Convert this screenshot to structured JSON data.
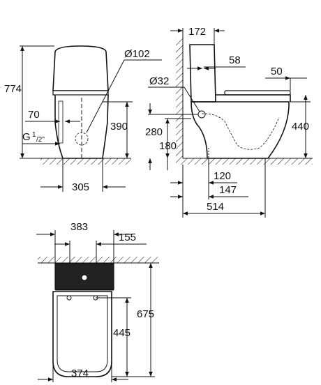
{
  "front_view": {
    "height_total": "774",
    "cistern_outlet_dia": "Ø102",
    "inlet_offset": "70",
    "inlet_thread": "G",
    "inlet_thread_frac_num": "1",
    "inlet_thread_frac_den": "/2\"",
    "inlet_height": "390",
    "base_width": "305"
  },
  "side_view": {
    "cistern_depth": "172",
    "tank_offset": "58",
    "seat_overhang": "50",
    "inlet_dia": "Ø32",
    "bowl_height": "440",
    "outlet_height": "280",
    "floor_outlet_height": "180",
    "outlet_distance_1": "120",
    "outlet_distance_2": "147",
    "total_depth": "514"
  },
  "top_view": {
    "cistern_width": "383",
    "centre_offset": "155",
    "total_length": "675",
    "bowl_length": "445",
    "bowl_width": "374"
  }
}
